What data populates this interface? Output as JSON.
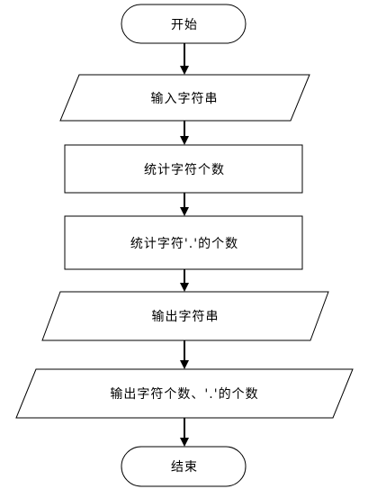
{
  "flowchart": {
    "nodes": [
      {
        "id": "start",
        "shape": "terminator",
        "label": "开始"
      },
      {
        "id": "input",
        "shape": "parallelogram",
        "label": "输入字符串"
      },
      {
        "id": "count_chars",
        "shape": "rectangle",
        "label": "统计字符个数"
      },
      {
        "id": "count_dots",
        "shape": "rectangle",
        "label": "统计字符'.'的个数"
      },
      {
        "id": "output_string",
        "shape": "parallelogram",
        "label": "输出字符串"
      },
      {
        "id": "output_counts",
        "shape": "parallelogram",
        "label": "输出字符个数、'.'的个数"
      },
      {
        "id": "end",
        "shape": "terminator",
        "label": "结束"
      }
    ],
    "edges": [
      {
        "from": "start",
        "to": "input"
      },
      {
        "from": "input",
        "to": "count_chars"
      },
      {
        "from": "count_chars",
        "to": "count_dots"
      },
      {
        "from": "count_dots",
        "to": "output_string"
      },
      {
        "from": "output_string",
        "to": "output_counts"
      },
      {
        "from": "output_counts",
        "to": "end"
      }
    ]
  }
}
